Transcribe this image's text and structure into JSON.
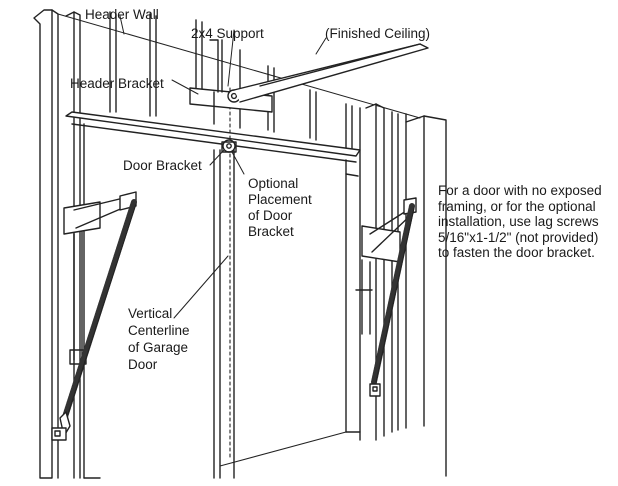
{
  "labels": {
    "header_wall": "Header Wall",
    "support": "2x4 Support",
    "finished_ceiling": "(Finished Ceiling)",
    "header_bracket": "Header Bracket",
    "door_bracket": "Door Bracket",
    "optional_placement": [
      "Optional",
      "Placement",
      "of Door",
      "Bracket"
    ],
    "vertical_centerline": [
      "Vertical",
      "Centerline",
      "of Garage",
      "Door"
    ]
  },
  "note": [
    "For a door with no exposed",
    "framing, or for the optional",
    "installation, use lag screws",
    "5/16\"x1-1/2\" (not provided)",
    "to fasten the door bracket."
  ]
}
